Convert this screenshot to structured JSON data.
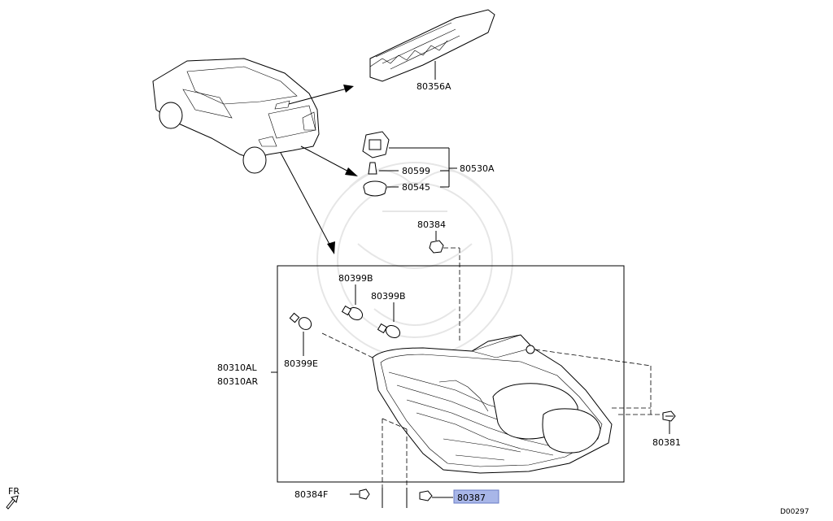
{
  "labels": {
    "high_stop_lamp": "80356A",
    "socket_assembly": "80530A",
    "bulb_80599": "80599",
    "packing_80545": "80545",
    "nut_80384": "80384",
    "bulb_80399b_a": "80399B",
    "bulb_80399b_b": "80399B",
    "bulb_80399e": "80399E",
    "lamp_left": "80310AL",
    "lamp_right": "80310AR",
    "screw_80381": "80381",
    "clip_80384f": "80384F",
    "nut_80387": "80387",
    "diagram_code": "D00297",
    "front_arrow": "FR"
  },
  "highlight_color": "#a8b6e8"
}
